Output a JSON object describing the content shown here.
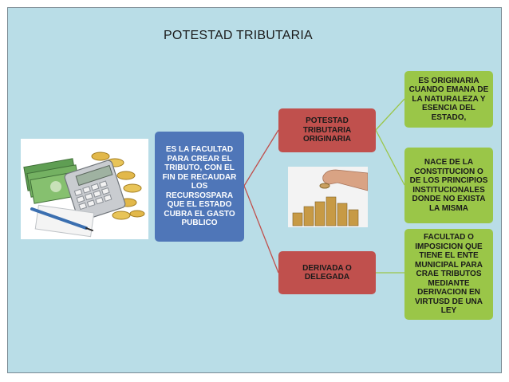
{
  "title": "POTESTAD TRIBUTARIA",
  "root": {
    "text": "ES LA FACULTAD\nPARA CREAR EL\nTRIBUTO, CON EL\nFIN DE RECAUDAR\nLOS\nRECURSOSPARA\nQUE EL ESTADO\nCUBRA EL GASTO\nPUBLICO"
  },
  "branches": [
    {
      "text": "POTESTAD\nTRIBUTARIA\nORIGINARIA"
    },
    {
      "text": "DERIVADA O\nDELEGADA"
    }
  ],
  "leaves": [
    {
      "text": "ES ORIGINARIA\nCUANDO EMANA DE\nLA NATURALEZA Y\nESENCIA DEL\nESTADO,"
    },
    {
      "text": "NACE DE LA\nCONSTITUCION O\nDE LOS PRINCIPIOS\nINSTITUCIONALES\nDONDE NO EXISTA\nLA MISMA"
    },
    {
      "text": "FACULTAD O\nIMPOSICION QUE\nTIENE EL ENTE\nMUNICIPAL PARA\nCRAE TRIBUTOS\nMEDIANTE\nDERIVACION EN\nVIRTUSD DE UNA\nLEY"
    }
  ],
  "colors": {
    "background": "#b9dde7",
    "root": "#4f76b8",
    "branch": "#c0504d",
    "leaf": "#9ac648",
    "connector_red": "#c0504d",
    "connector_green": "#9ac648"
  },
  "images": [
    "calculator-money-image",
    "coins-hand-image"
  ]
}
